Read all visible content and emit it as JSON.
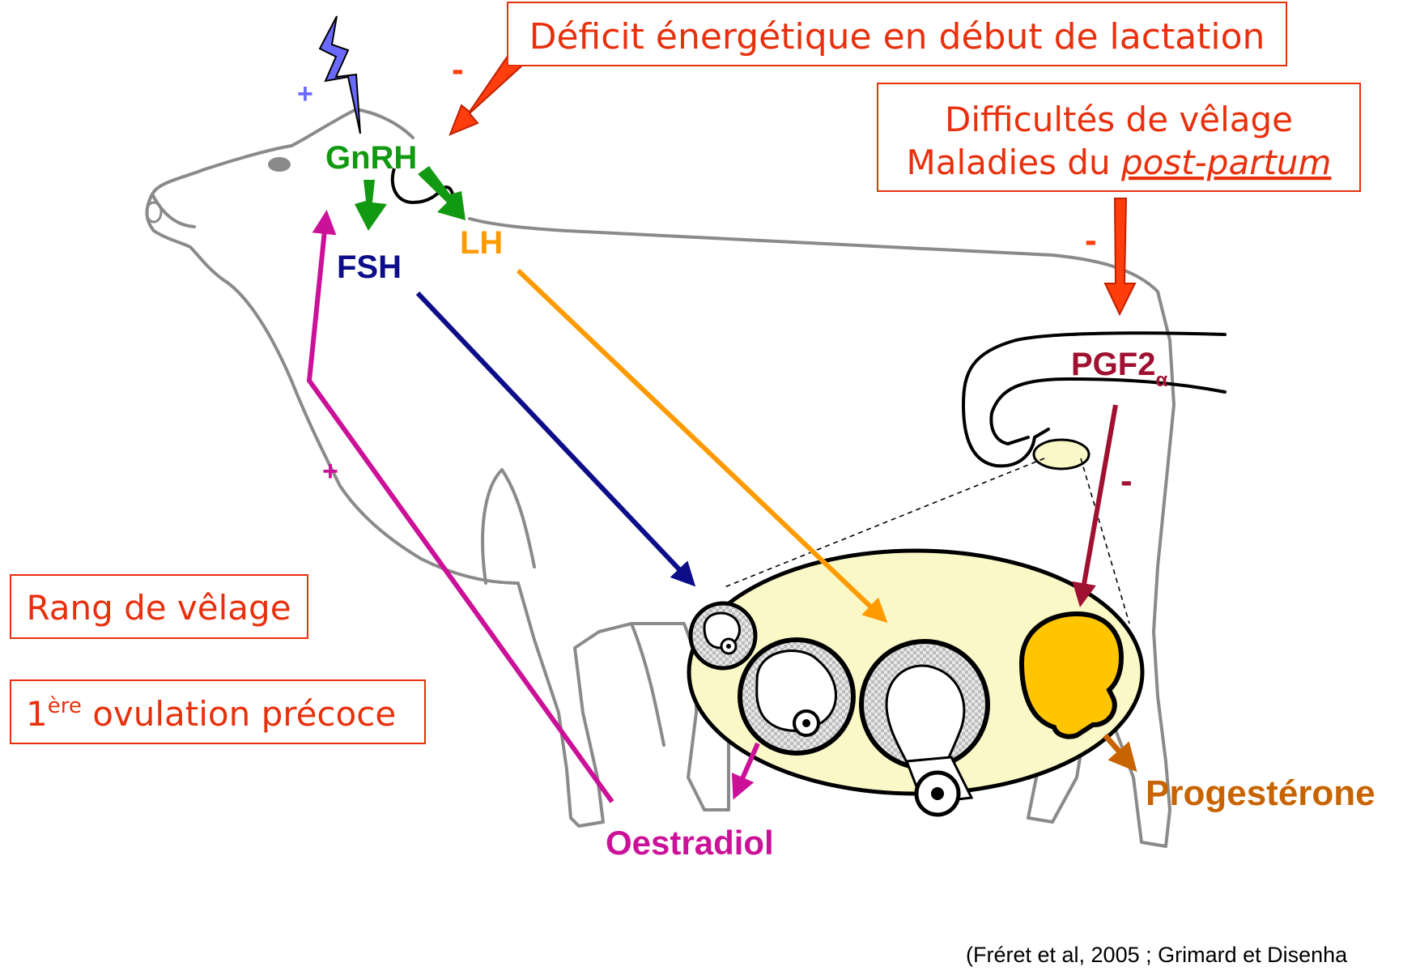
{
  "boxes": {
    "energy_deficit": "Déficit énergétique en début de lactation",
    "calving_line1": "Difficultés de vêlage",
    "calving_line2_prefix": "Maladies du ",
    "calving_line2_italic": "post-partum",
    "calving_rank": "Rang de vêlage",
    "first_ovulation_prefix": "1",
    "first_ovulation_sup": "ère",
    "first_ovulation_rest": " ovulation précoce"
  },
  "hormones": {
    "gnrh": "GnRH",
    "fsh": "FSH",
    "lh": "LH",
    "pgf2": "PGF2",
    "pgf2_sub": "α",
    "oestradiol": "Oestradiol",
    "progesterone": "Progestérone"
  },
  "signs": {
    "plus_stimulus": "+",
    "minus_energy": "-",
    "minus_calving": "-",
    "minus_pgf": "-",
    "plus_oestradiol": "+"
  },
  "citation": "(Fréret et al, 2005 ; Grimard et Disenha",
  "colors": {
    "box_text": "#e8300d",
    "box_border": "#e8300d",
    "gnrh": "#119911",
    "fsh": "#0d0d8a",
    "lh": "#ff9a00",
    "pgf2": "#a01030",
    "oestradiol": "#cc1199",
    "progesterone": "#c86400",
    "stimulus": "#6a6aff",
    "ovary_fill": "#fbf8c8",
    "corpus_luteum": "#ffc600",
    "cow_outline": "#8a8a8a"
  }
}
